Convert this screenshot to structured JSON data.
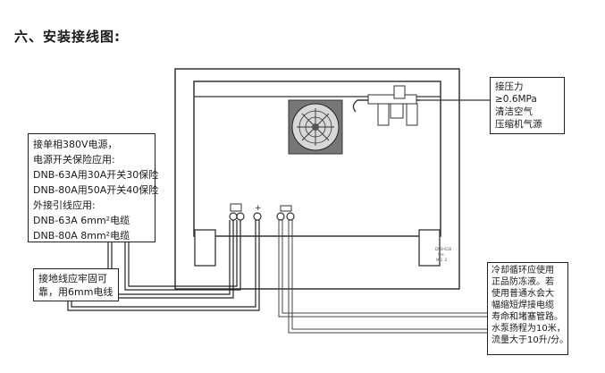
{
  "title": "六、安装接线图:",
  "power_box": {
    "lines": [
      "接单相380V电源，",
      "电源开关保险应用:",
      "DNB-63A用30A开关30保险",
      "DNB-80A用50A开关40保险",
      "外接引线应用:",
      "DNB-63A  6mm²电缆",
      "DNB-80A  8mm²电缆"
    ]
  },
  "ground_box": {
    "lines": [
      "接地线应牢固可",
      "靠，用6mm电线"
    ]
  },
  "air_box": {
    "lines": [
      "接压力",
      "≥0.6MPa",
      "清洁空气",
      "压缩机气源"
    ]
  },
  "cooling_box": {
    "lines": [
      "冷却循环应使用",
      "正品防冻液。若",
      "使用普通水会大",
      "幅缩短焊接电缆",
      "寿命和堵塞管路。",
      "水泵扬程为10米，",
      "流量大于10升/分。"
    ]
  },
  "plate_text": [
    "DNB-61B",
    "C/e",
    "M 1 .2"
  ]
}
